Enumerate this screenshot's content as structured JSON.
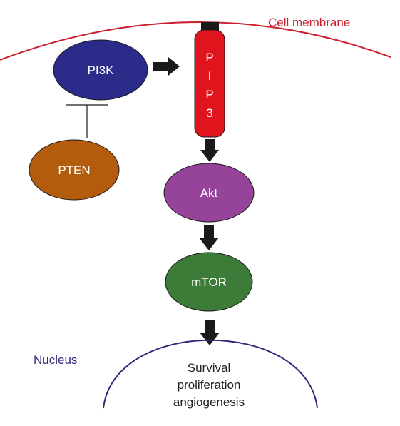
{
  "labels": {
    "membrane": "Cell membrane",
    "nucleus": "Nucleus",
    "pi3k": "PI3K",
    "pten": "PTEN",
    "pip3": [
      "P",
      "I",
      "P",
      "3"
    ],
    "akt": "Akt",
    "mtor": "mTOR",
    "outcomes": [
      "Survival",
      "proliferation",
      "angiogenesis"
    ]
  },
  "colors": {
    "membrane": "#cc1f2d",
    "nucleus": "#2e2a7a",
    "pi3k": "#2b2b8a",
    "pten": "#b35c0d",
    "pip3": "#e0141c",
    "akt": "#96449a",
    "mtor": "#3d7b39",
    "arrow": "#1a1a1a",
    "inhibitor": "#1a1a1a",
    "outcome_text": "#222222"
  },
  "edges": [
    {
      "from": "PI3K",
      "to": "PIP3",
      "type": "activation"
    },
    {
      "from": "PTEN",
      "to": "PI3K",
      "type": "inhibition"
    },
    {
      "from": "PIP3",
      "to": "Akt",
      "type": "activation"
    },
    {
      "from": "Akt",
      "to": "mTOR",
      "type": "activation"
    },
    {
      "from": "mTOR",
      "to": "Nucleus",
      "type": "activation"
    }
  ]
}
